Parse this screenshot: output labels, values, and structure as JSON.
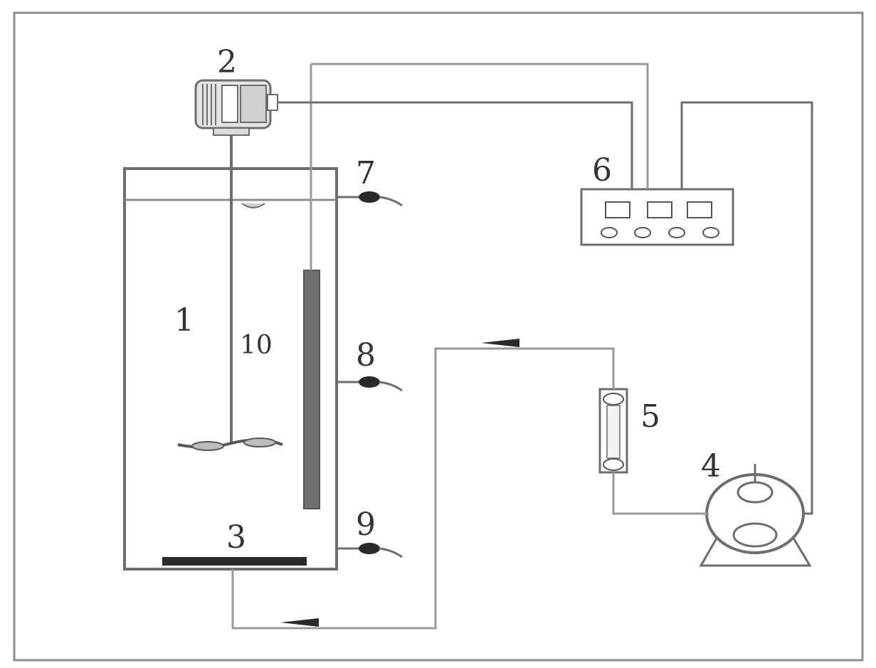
{
  "labels": {
    "tank": "1",
    "motor": "2",
    "diffuser": "3",
    "pump": "4",
    "flowmeter": "5",
    "controller": "6",
    "sensor_top": "7",
    "sensor_mid": "8",
    "sensor_bottom": "9",
    "shaft": "10"
  },
  "colors": {
    "line": "#6d6d6d",
    "light_line": "#9a9a9a",
    "dark_fill": "#2a2a2a",
    "electrode": "#707070"
  }
}
